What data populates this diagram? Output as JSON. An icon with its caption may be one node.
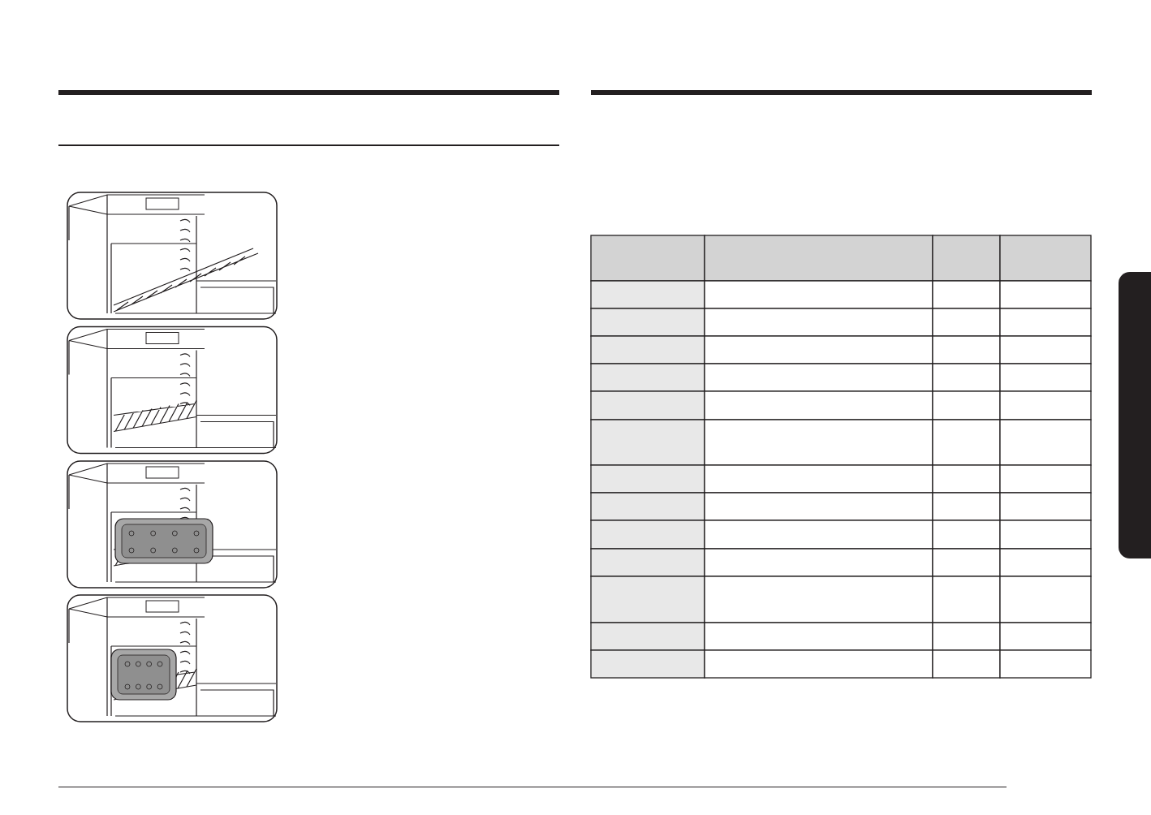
{
  "diagram": {
    "nodes": [
      {
        "text": [],
        "shape": "picture"
      },
      {
        "text": [],
        "shape": "picture"
      },
      {
        "text": [],
        "shape": "picture"
      },
      {
        "text": [],
        "shape": "picture"
      },
      {
        "text": [],
        "shape": "box"
      }
    ]
  }
}
